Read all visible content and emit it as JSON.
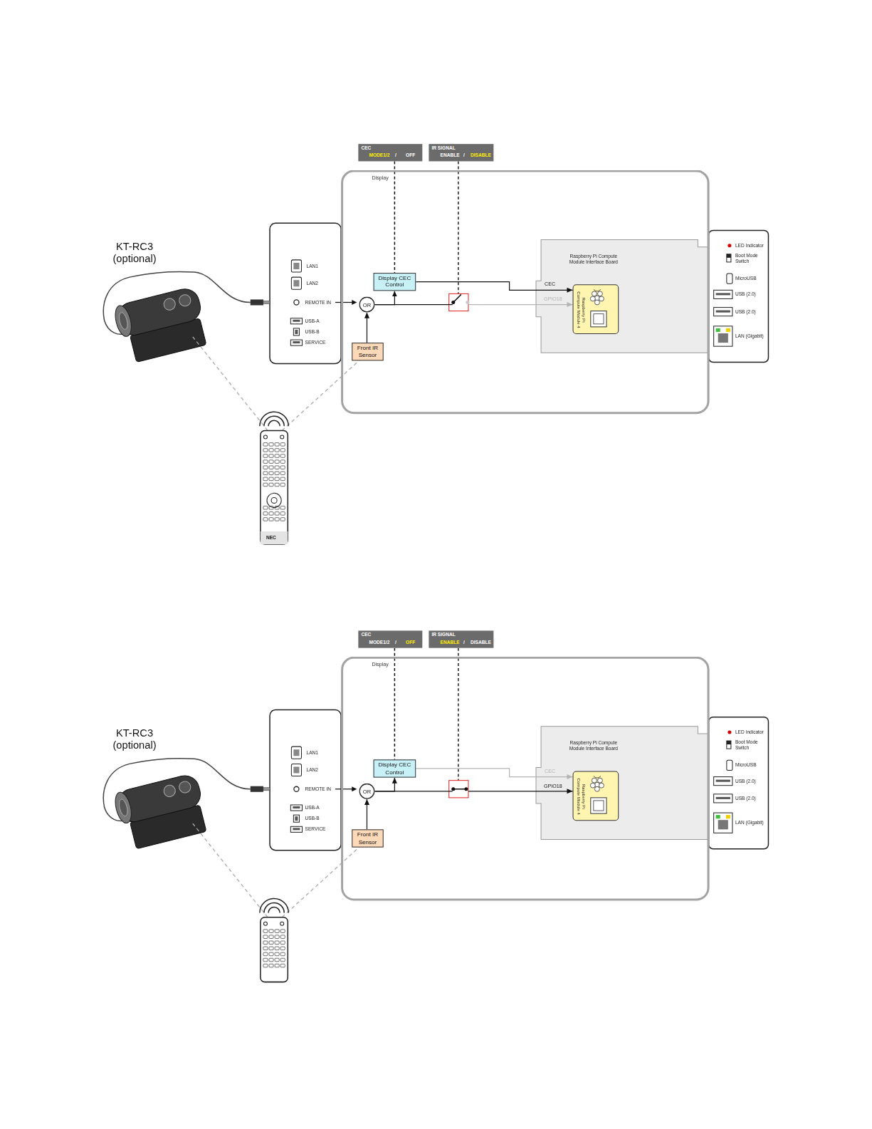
{
  "diagram": {
    "nodes": [
      {
        "text": [
          "CEC",
          "MODE1/2",
          "/",
          "OFF"
        ]
      },
      {
        "text": [
          "IR SIGNAL",
          "ENABLE",
          "/",
          "DISABLE"
        ]
      },
      {
        "text": [
          "Display"
        ]
      },
      {
        "text": [
          "Display CEC Control"
        ],
        "in": 2
      },
      {
        "text": [
          "OR"
        ],
        "in": 2
      },
      {
        "text": [
          "Front IR Sensor"
        ],
        "in": 2
      },
      {
        "text": [
          "Raspberry Pi Compute Module Interface Board"
        ],
        "in": 2
      },
      {
        "text": [
          "Raspberry Pi Compute Module 4"
        ],
        "in": 6
      },
      {
        "text": [
          "CEC",
          "MODE1/2",
          "/",
          "OFF"
        ]
      },
      {
        "text": [
          "IR SIGNAL",
          "ENABLE",
          "/",
          "DISABLE"
        ]
      },
      {
        "text": [
          "Display"
        ]
      },
      {
        "text": [
          "Display CEC Control"
        ],
        "in": 10
      },
      {
        "text": [
          "OR"
        ],
        "in": 10
      },
      {
        "text": [
          "Front IR Sensor"
        ],
        "in": 10
      },
      {
        "text": [
          "Raspberry Pi Compute Module Interface Board"
        ],
        "in": 10
      },
      {
        "text": [
          "Raspberry Pi Compute Module 4"
        ],
        "in": 14
      }
    ],
    "edges": [
      {
        "from": 0,
        "to": 3,
        "arrow": "none"
      },
      {
        "from": 5,
        "to": 4,
        "arrow": "to"
      },
      {
        "from": 4,
        "to": 3,
        "arrow": "to"
      },
      {
        "from": 3,
        "to": 7,
        "label": "CEC",
        "arrow": "to"
      },
      {
        "from": 4,
        "to": 7,
        "label": "GPIO18",
        "arrow": "to"
      },
      {
        "from": 8,
        "to": 11,
        "arrow": "none"
      },
      {
        "from": 13,
        "to": 12,
        "arrow": "to"
      },
      {
        "from": 12,
        "to": 11,
        "arrow": "to"
      },
      {
        "from": 11,
        "to": 15,
        "label": "CEC",
        "arrow": "to"
      },
      {
        "from": 12,
        "to": 15,
        "label": "GPIO18",
        "arrow": "to"
      }
    ],
    "labels": [
      "LAN1",
      "LAN2",
      "REMOTE IN",
      "USB-A",
      "USB-B",
      "SERVICE",
      "LED Indicator",
      "Boot Mode Switch",
      "MicroUSB",
      "USB (2.0)",
      "USB (2.0)",
      "LAN (Gigabit)",
      "KT-RC3 (optional)",
      "NEC",
      "LAN1",
      "LAN2",
      "REMOTE IN",
      "USB-A",
      "USB-B",
      "SERVICE",
      "LED Indicator",
      "Boot Mode Switch",
      "MicroUSB",
      "USB (2.0)",
      "USB (2.0)",
      "LAN (Gigabit)",
      "KT-RC3 (optional)"
    ]
  }
}
